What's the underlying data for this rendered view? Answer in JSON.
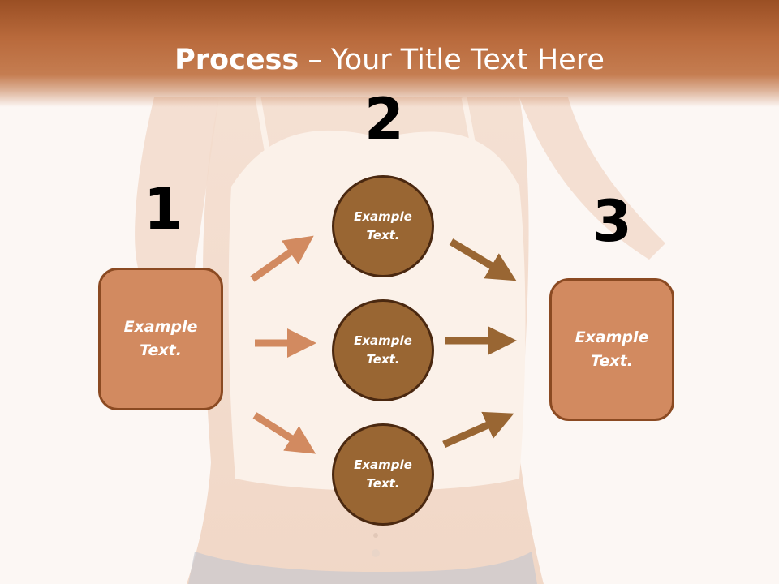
{
  "title": {
    "strong": "Process",
    "rest": " – Your Title Text Here"
  },
  "steps": {
    "one": "1",
    "two": "2",
    "three": "3"
  },
  "left_box": {
    "text": "Example\nText."
  },
  "right_box": {
    "text": "Example\nText."
  },
  "circles": [
    {
      "text": "Example\nText."
    },
    {
      "text": "Example\nText."
    },
    {
      "text": "Example\nText."
    }
  ],
  "colors": {
    "title_bar": "#b96a3c",
    "box_fill": "#d28a60",
    "box_border": "#8b4a22",
    "circle_fill": "#996633",
    "circle_border": "#4a2810",
    "arrow_in": "#d28a60",
    "arrow_out": "#996633"
  }
}
